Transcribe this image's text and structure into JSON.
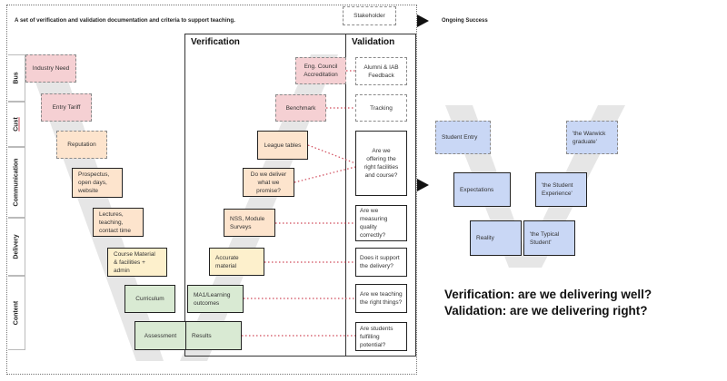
{
  "header": {
    "subtitle": "A set of verification and validation documentation and criteria to support teaching.",
    "stakeholder_label": "Stakeholder",
    "ongoing_label": "Ongoing Success"
  },
  "lanes": [
    {
      "label": "Bus"
    },
    {
      "label": "Cust"
    },
    {
      "label": "Communication"
    },
    {
      "label": "Delivery"
    },
    {
      "label": "Content"
    }
  ],
  "left_v": {
    "items": [
      {
        "label": "Industry Need",
        "style": "dashed",
        "color": "pink"
      },
      {
        "label": "Entry Tariff",
        "style": "dashed",
        "color": "pink"
      },
      {
        "label": "Reputation",
        "style": "dashed",
        "color": "peach"
      },
      {
        "label": "Prospectus, open days, website",
        "style": "solid",
        "color": "peach"
      },
      {
        "label": "Lectures, teaching, contact time",
        "style": "solid",
        "color": "peach"
      },
      {
        "label": "Course Material & facilities + admin",
        "style": "solid",
        "color": "cream"
      },
      {
        "label": "Curriculum",
        "style": "solid",
        "color": "green"
      },
      {
        "label": "Assessment",
        "style": "solid",
        "color": "green"
      }
    ]
  },
  "verification": {
    "title": "Verification",
    "items": [
      {
        "label": "Eng. Council Accreditation",
        "style": "dashed",
        "color": "pink"
      },
      {
        "label": "Benchmark",
        "style": "dashed",
        "color": "pink"
      },
      {
        "label": "League tables",
        "style": "solid",
        "color": "peach"
      },
      {
        "label": "Do we deliver what we promise?",
        "style": "solid",
        "color": "peach"
      },
      {
        "label": "NSS, Module Surveys",
        "style": "solid",
        "color": "peach"
      },
      {
        "label": "Accurate material",
        "style": "solid",
        "color": "cream"
      },
      {
        "label": "MA1/Learning outcomes",
        "style": "solid",
        "color": "green"
      },
      {
        "label": "Results",
        "style": "solid",
        "color": "green"
      }
    ]
  },
  "validation": {
    "title": "Validation",
    "items": [
      {
        "label": "Alumni & IAB Feedback",
        "style": "dashed"
      },
      {
        "label": "Tracking",
        "style": "dashed"
      },
      {
        "label": "Are we offering the right facilities and course?",
        "style": "solid"
      },
      {
        "label": "Are we measuring quality correctly?",
        "style": "solid"
      },
      {
        "label": "Does it support the delivery?",
        "style": "solid"
      },
      {
        "label": "Are we teaching the right things?",
        "style": "solid"
      },
      {
        "label": "Are students fulfilling potential?",
        "style": "solid"
      }
    ]
  },
  "student_v": {
    "items": [
      {
        "label": "Student Entry",
        "style": "dashed"
      },
      {
        "label": "'the Warwick graduate'",
        "style": "dashed"
      },
      {
        "label": "Expectations",
        "style": "solid"
      },
      {
        "label": "'the Student Experience'",
        "style": "solid"
      },
      {
        "label": "Reality",
        "style": "solid"
      },
      {
        "label": "'the Typical Student'",
        "style": "solid"
      }
    ]
  },
  "summary": {
    "line1": "Verification: are we delivering well?",
    "line2": "Validation: are we delivering right?"
  },
  "colors": {
    "pink": "#f5d0d3",
    "peach": "#fde4cd",
    "cream": "#fdf0cc",
    "green": "#d9ead3",
    "blue": "#c9d7f5",
    "connector": "#d04a5a",
    "v_shape": "#e6e6e6"
  }
}
